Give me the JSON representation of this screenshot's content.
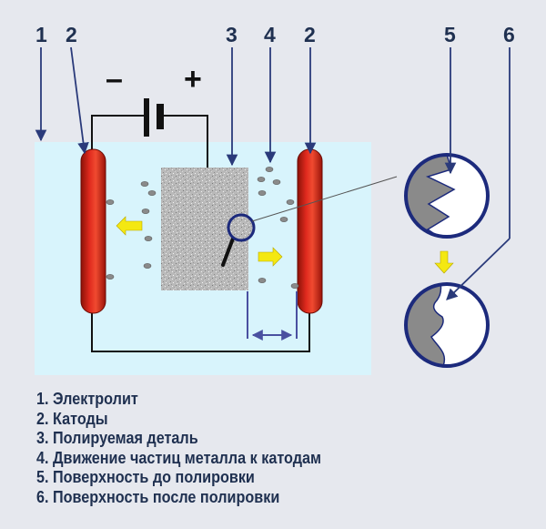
{
  "labels": {
    "n1": "1",
    "n2_left": "2",
    "n3": "3",
    "n4": "4",
    "n2_right": "2",
    "n5": "5",
    "n6": "6"
  },
  "battery": {
    "minus": "–",
    "plus": "+"
  },
  "legend": [
    "1. Электролит",
    "2. Катоды",
    "3. Полируемая деталь",
    "4. Движение частиц металла к катодам",
    "5. Поверхность до полировки",
    "6. Поверхность после полировки"
  ],
  "colors": {
    "background": "#e6e8ee",
    "electrolyte": "#d8f4fc",
    "cathode": "#d42018",
    "arrow": "#f4e812",
    "circle_border": "#1c2a7c",
    "surface": "#8a8a8a"
  }
}
